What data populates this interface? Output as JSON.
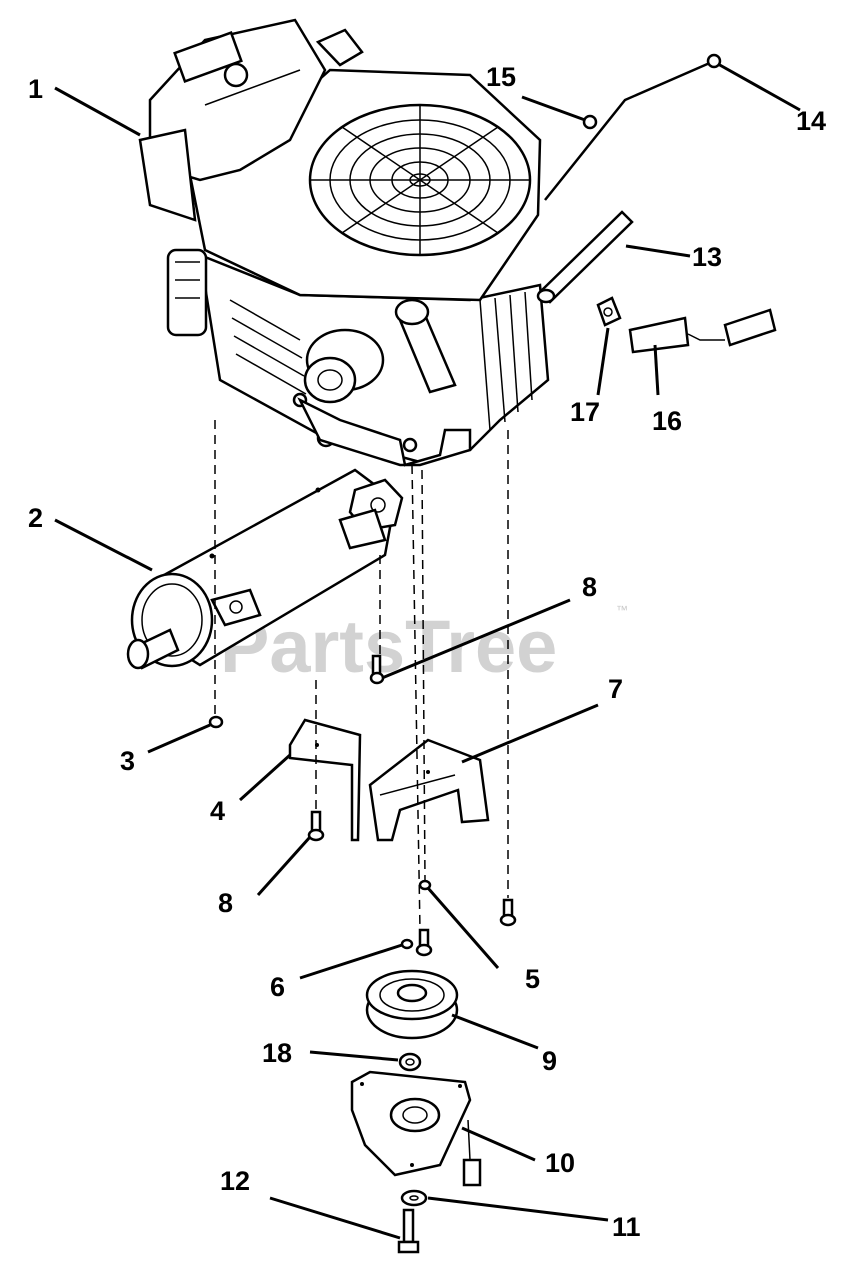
{
  "watermark": {
    "text": "PartsTree",
    "trademark": "™"
  },
  "callouts": [
    {
      "id": "1",
      "text": "1"
    },
    {
      "id": "2",
      "text": "2"
    },
    {
      "id": "3",
      "text": "3"
    },
    {
      "id": "4",
      "text": "4"
    },
    {
      "id": "5",
      "text": "5"
    },
    {
      "id": "6",
      "text": "6"
    },
    {
      "id": "7",
      "text": "7"
    },
    {
      "id": "8a",
      "text": "8"
    },
    {
      "id": "8b",
      "text": "8"
    },
    {
      "id": "9",
      "text": "9"
    },
    {
      "id": "10",
      "text": "10"
    },
    {
      "id": "11",
      "text": "11"
    },
    {
      "id": "12",
      "text": "12"
    },
    {
      "id": "13",
      "text": "13"
    },
    {
      "id": "14",
      "text": "14"
    },
    {
      "id": "15",
      "text": "15"
    },
    {
      "id": "16",
      "text": "16"
    },
    {
      "id": "17",
      "text": "17"
    },
    {
      "id": "18",
      "text": "18"
    }
  ]
}
